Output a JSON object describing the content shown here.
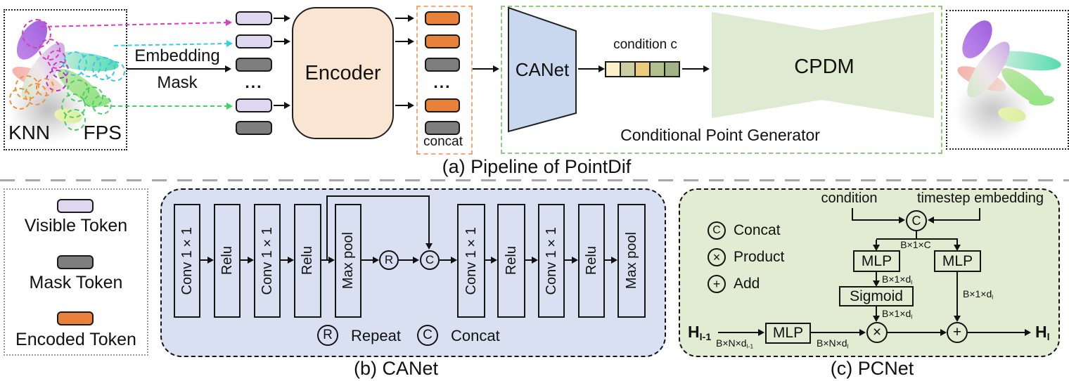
{
  "pipeline": {
    "caption": "(a) Pipeline of PointDif",
    "knn_label": "KNN",
    "fps_label": "FPS",
    "embedding_label": "Embedding",
    "mask_label": "Mask",
    "encoder_label": "Encoder",
    "concat_label": "concat",
    "dots": "...",
    "canet_label": "CANet",
    "condition_c_label": "condition c",
    "cpdm_label": "CPDM",
    "generator_label": "Conditional Point Generator"
  },
  "legend": {
    "items": [
      {
        "label": "Visible Token",
        "color": "#DDD7EF"
      },
      {
        "label": "Mask Token",
        "color": "#7E7E7E"
      },
      {
        "label": "Encoded Token",
        "color": "#E8823B"
      }
    ]
  },
  "canet": {
    "caption": "(b) CANet",
    "blocks": [
      "Conv 1×1",
      "Relu",
      "Conv 1×1",
      "Relu",
      "Max pool",
      "Conv 1×1",
      "Relu",
      "Conv 1×1",
      "Relu",
      "Max pool"
    ],
    "repeat_symbol": "R",
    "concat_symbol": "C",
    "repeat_label": "Repeat",
    "concat_label": "Concat"
  },
  "pcnet": {
    "caption": "(c) PCNet",
    "condition_label": "condition",
    "timestep_label": "timestep embedding",
    "concat_symbol": "C",
    "product_symbol": "×",
    "add_symbol": "+",
    "concat_label": "Concat",
    "product_label": "Product",
    "add_label": "Add",
    "mlp_label": "MLP",
    "sigmoid_label": "Sigmoid",
    "h_in_base": "H",
    "h_in_sub": "l-1",
    "h_out_base": "H",
    "h_out_sub": "l",
    "dim_bxc": "B×1×C",
    "dim_bxd_base": "B×1×d",
    "dim_bxd_sub": "l",
    "dim_bnd_in_base": "B×N×d",
    "dim_bnd_in_sub": "l-1",
    "dim_bnd_out_base": "B×N×d",
    "dim_bnd_out_sub": "l"
  },
  "colors": {
    "visible_token": "#DDD7EF",
    "mask_token": "#7E7E7E",
    "encoded_token": "#E8823B",
    "encoder_fill": "#FAE4D2",
    "canet_trapezoid_fill": "#C9D8EE",
    "cpdm_fill": "#DFEAD2",
    "canet_box_fill": "#D9E0F1",
    "pcnet_box_fill": "#E1ECD3",
    "generator_border": "#90C87E",
    "concat_border": "#F2A878",
    "arrow_magenta": "#E03CC8",
    "arrow_cyan": "#30D0E8",
    "arrow_green": "#3CD864",
    "condition_squares": [
      "#FAF1CB",
      "#CBCEA2",
      "#EACC7D",
      "#B1BF8E",
      "#A2B485"
    ]
  }
}
